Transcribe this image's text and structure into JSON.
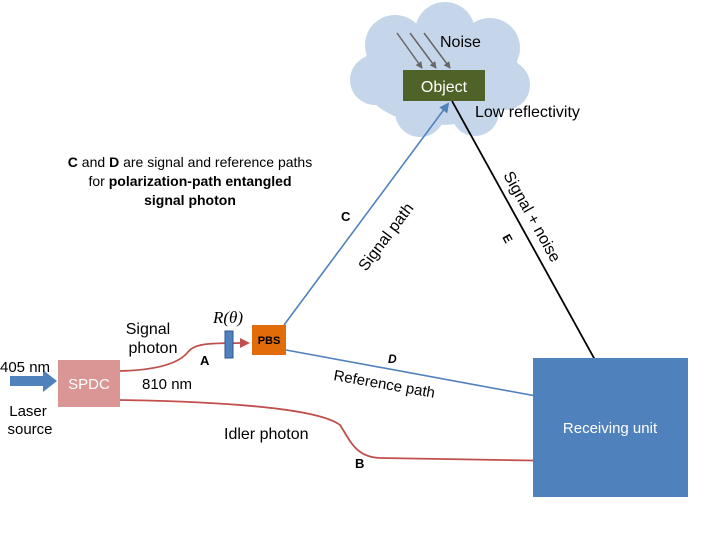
{
  "note": {
    "line1_bold": "C",
    "line1_mid": " and ",
    "line1_bold2": "D",
    "line1_rest": " are signal and reference paths",
    "line2_plain": "for ",
    "line2_bold": "polarization-path entangled",
    "line3_bold": "signal photon"
  },
  "object": {
    "label": "Object",
    "noise": "Noise",
    "reflectivity": "Low reflectivity"
  },
  "paths": {
    "signal_path": "Signal path",
    "signal_path_letter": "C",
    "signal_noise": "Signal + noise",
    "signal_noise_letter": "E",
    "reference_path": "Reference path",
    "reference_path_letter": "D",
    "idler": "Idler photon",
    "idler_letter": "B",
    "signal_photon_line1": "Signal",
    "signal_photon_line2": "photon",
    "signal_letter": "A",
    "wavelength_signal": "810 nm"
  },
  "components": {
    "pbs": "PBS",
    "rotator": "R(θ)",
    "spdc": "SPDC",
    "laser_wavelength": "405 nm",
    "laser_line1": "Laser",
    "laser_line2": "source",
    "receiver": "Receiving unit"
  },
  "colors": {
    "cloud": "#c6d6ea",
    "object": "#4f6228",
    "pbs": "#e36c0a",
    "spdc": "#d99694",
    "blue": "#4f81bd",
    "red": "#c0504d"
  }
}
